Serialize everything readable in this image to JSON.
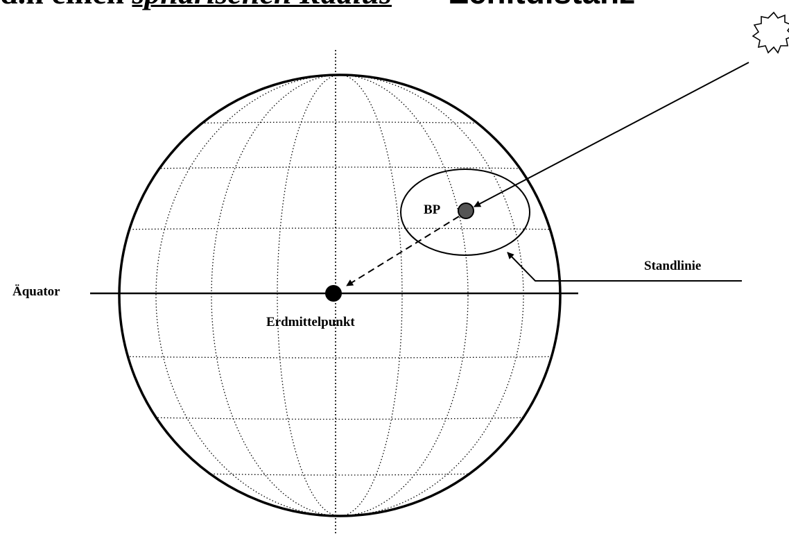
{
  "title": {
    "prefix": "d.h einen",
    "emphasis": "sphärischen Radius",
    "arrow_glyph": "➔",
    "suffix": "Zenitdistanz"
  },
  "labels": {
    "bp": "BP",
    "standlinie": "Standlinie",
    "aequator": "Äquator",
    "erdmittelpunkt": "Erdmittelpunkt"
  },
  "icons": {
    "sun": "sun-burst-icon"
  },
  "colors": {
    "ink": "#000000",
    "bp_dot": "#555555",
    "background": "#ffffff"
  }
}
